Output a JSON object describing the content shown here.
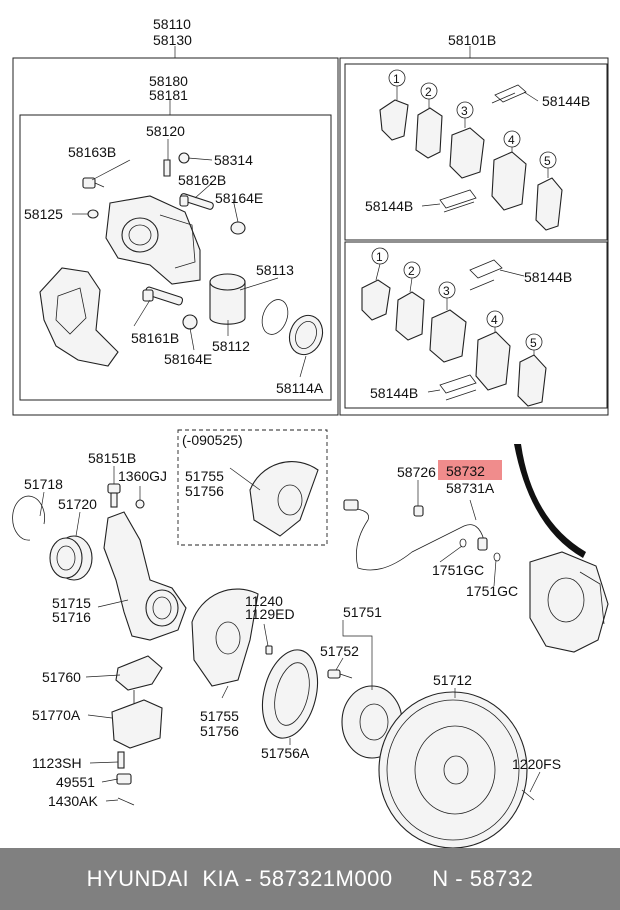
{
  "labels": {
    "l58110": "58110",
    "l58130": "58130",
    "l58101B": "58101B",
    "l58180": "58180",
    "l58181": "58181",
    "l58120": "58120",
    "l58163B": "58163B",
    "l58314": "58314",
    "l58162B": "58162B",
    "l58164E_a": "58164E",
    "l58125": "58125",
    "l58113": "58113",
    "l58161B": "58161B",
    "l58112": "58112",
    "l58164E_b": "58164E",
    "l58114A": "58114A",
    "l58144B_1": "58144B",
    "l58144B_2": "58144B",
    "l58144B_3": "58144B",
    "l58144B_4": "58144B",
    "n1a": "1",
    "n2a": "2",
    "n3a": "3",
    "n4a": "4",
    "n5a": "5",
    "n1b": "1",
    "n2b": "2",
    "n3b": "3",
    "n4b": "4",
    "n5b": "5",
    "l090525": "(-090525)",
    "l51755_a": "51755",
    "l51756_a": "51756",
    "l58151B": "58151B",
    "l1360GJ": "1360GJ",
    "l51718": "51718",
    "l51720": "51720",
    "l51715": "51715",
    "l51716": "51716",
    "l11240": "11240",
    "l1129ED": "1129ED",
    "l51751": "51751",
    "l51752": "51752",
    "l51760": "51760",
    "l51770A": "51770A",
    "l51755_b": "51755",
    "l51756_b": "51756",
    "l51756A": "51756A",
    "l51712": "51712",
    "l1123SH": "1123SH",
    "l49551": "49551",
    "l1430AK": "1430AK",
    "l1220FS": "1220FS",
    "l58726": "58726",
    "l58732": "58732",
    "l58731A": "58731A",
    "l1751GC_a": "1751GC",
    "l1751GC_b": "1751GC"
  },
  "highlight": {
    "color": "#f08c8c"
  },
  "footer": {
    "brand": "HYUNDAI  KIA - 587321M000",
    "ref": "N - 58732"
  }
}
